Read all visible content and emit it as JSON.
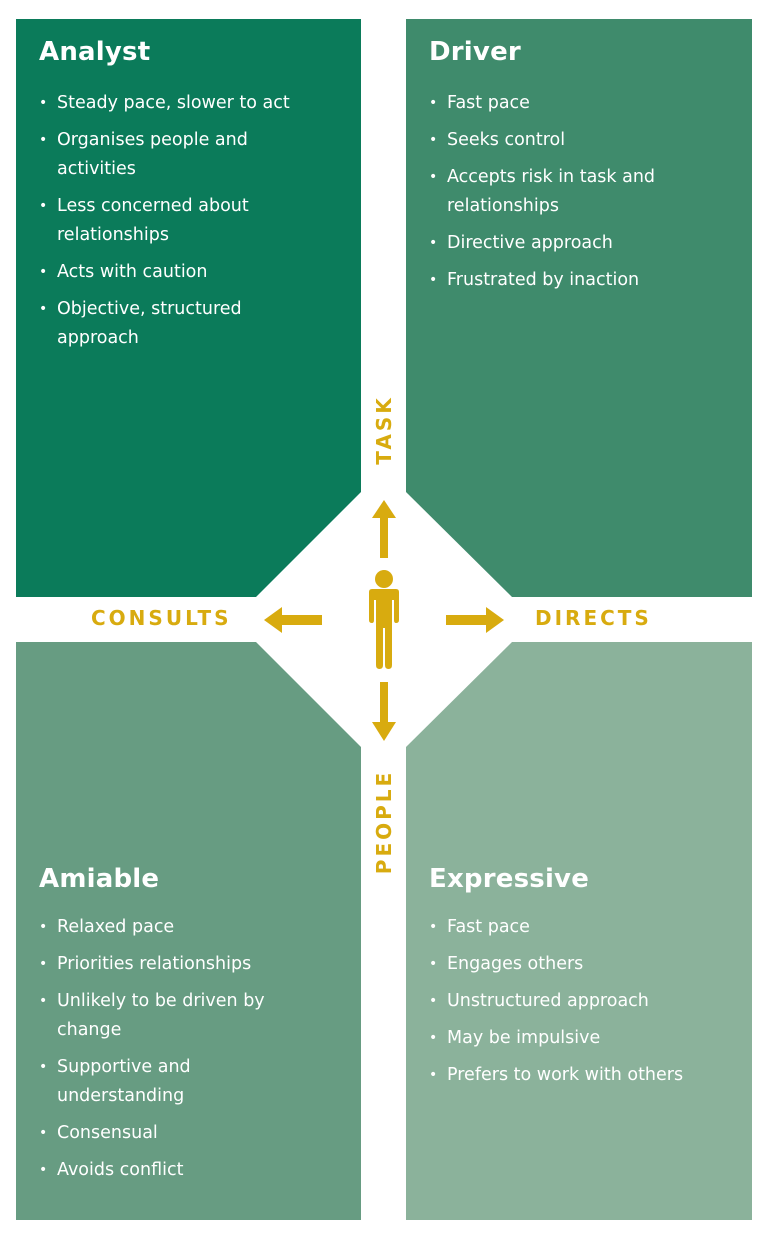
{
  "colors": {
    "analyst": "#0b7b5a",
    "driver": "#3f8b6c",
    "amiable": "#679c82",
    "expressive": "#8bb29b",
    "accent": "#d8ab0f",
    "text": "#ffffff"
  },
  "bullet_glyph": "•",
  "quadrants": {
    "analyst": {
      "title": "Analyst",
      "items": [
        "Steady pace, slower to act",
        "Organises people and activities",
        "Less concerned about relationships",
        "Acts with caution",
        "Objective, structured approach"
      ]
    },
    "driver": {
      "title": "Driver",
      "items": [
        "Fast pace",
        "Seeks control",
        "Accepts risk in task and relationships",
        "Directive approach",
        "Frustrated by inaction"
      ]
    },
    "amiable": {
      "title": "Amiable",
      "items": [
        "Relaxed pace",
        "Priorities relationships",
        "Unlikely to be driven by change",
        "Supportive and understanding",
        "Consensual",
        "Avoids conflict"
      ]
    },
    "expressive": {
      "title": "Expressive",
      "items": [
        "Fast pace",
        "Engages others",
        "Unstructured approach",
        "May be impulsive",
        "Prefers to work with others"
      ]
    }
  },
  "axes": {
    "top": "TASK",
    "bottom": "PEOPLE",
    "left": "CONSULTS",
    "right": "DIRECTS"
  },
  "center_icon": "person-icon"
}
